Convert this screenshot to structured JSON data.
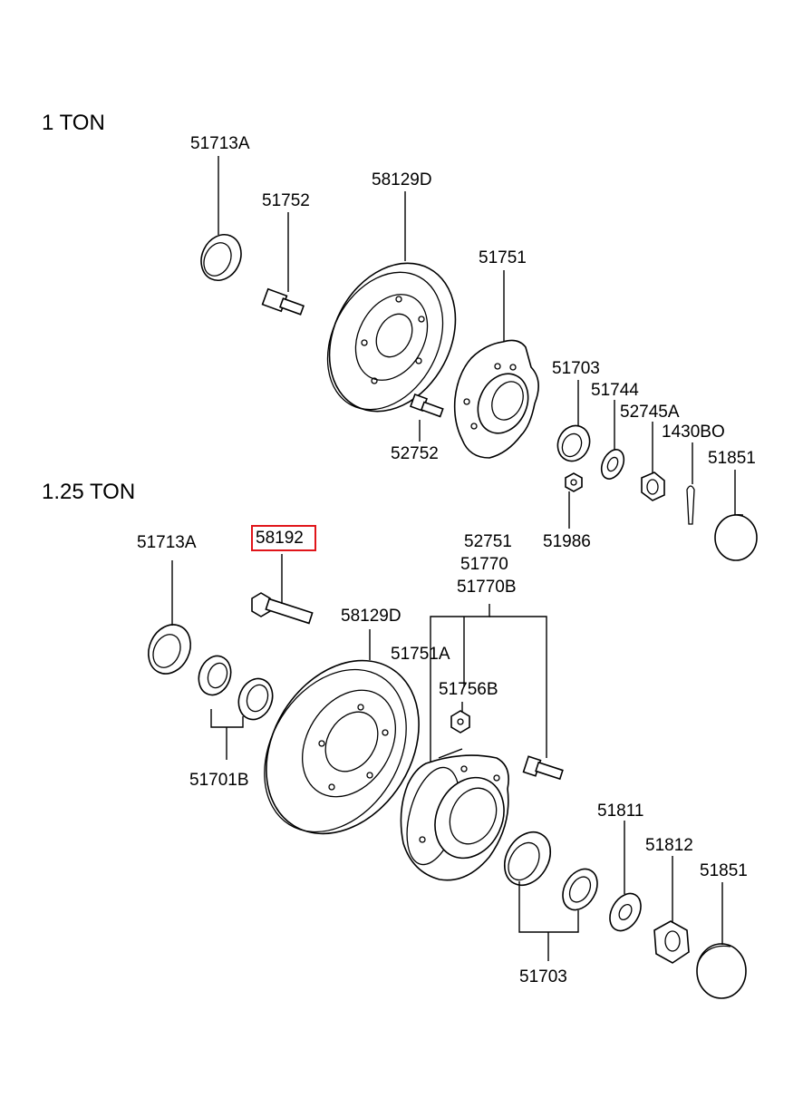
{
  "sections": {
    "one_ton": "1 TON",
    "one_25_ton": "1.25 TON"
  },
  "parts_1ton": {
    "p51713a": "51713A",
    "p51752": "51752",
    "p58129d": "58129D",
    "p51751": "51751",
    "p52752": "52752",
    "p51703": "51703",
    "p51744": "51744",
    "p52745a": "52745A",
    "p1430bo": "1430BO",
    "p51851": "51851",
    "p51986": "51986"
  },
  "parts_125ton": {
    "p51713a": "51713A",
    "p58192": "58192",
    "p58129d": "58129D",
    "p52751": "52751",
    "p51770": "51770",
    "p51770b": "51770B",
    "p51751a": "51751A",
    "p51756b": "51756B",
    "p51701b": "51701B",
    "p51811": "51811",
    "p51812": "51812",
    "p51851": "51851",
    "p51703": "51703"
  },
  "highlight": {
    "part": "58192",
    "color": "#e0151a"
  }
}
